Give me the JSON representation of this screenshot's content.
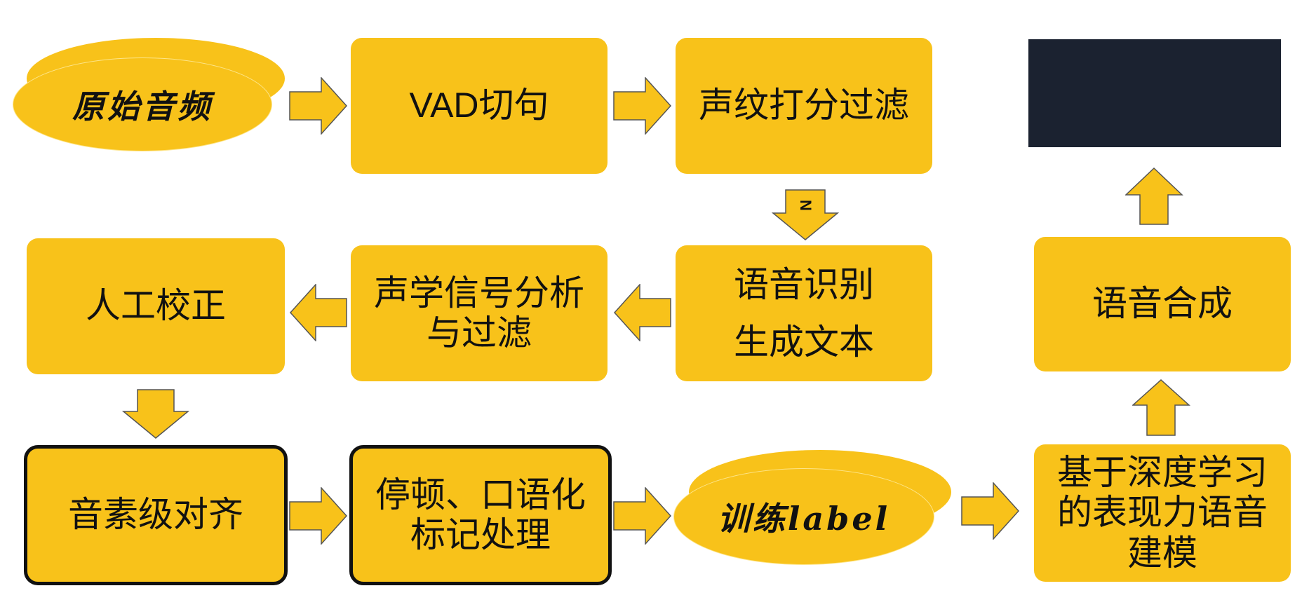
{
  "colors": {
    "box": "#f8c21a",
    "text": "#111111",
    "arrow_fill": "#f8c21a",
    "arrow_stroke": "#555555",
    "waveform_bg": "#1b2230"
  },
  "nodes": {
    "raw_audio": "原始音频",
    "vad": "VAD切句",
    "voiceprint": "声纹打分过滤",
    "asr": [
      "语音识别",
      "生成文本"
    ],
    "acoustic": [
      "声学信号分析",
      "与过滤"
    ],
    "manual": "人工校正",
    "phoneme": "音素级对齐",
    "pause": [
      "停顿、口语化",
      "标记处理"
    ],
    "train_label": "训练label",
    "modeling": [
      "基于深度学习",
      "的表现力语音",
      "建模"
    ],
    "synthesis": "语音合成"
  },
  "arrow_label": "N",
  "icons": [
    "right-arrow-icon",
    "down-arrow-icon",
    "left-arrow-icon",
    "up-arrow-icon",
    "waveform-icon"
  ]
}
